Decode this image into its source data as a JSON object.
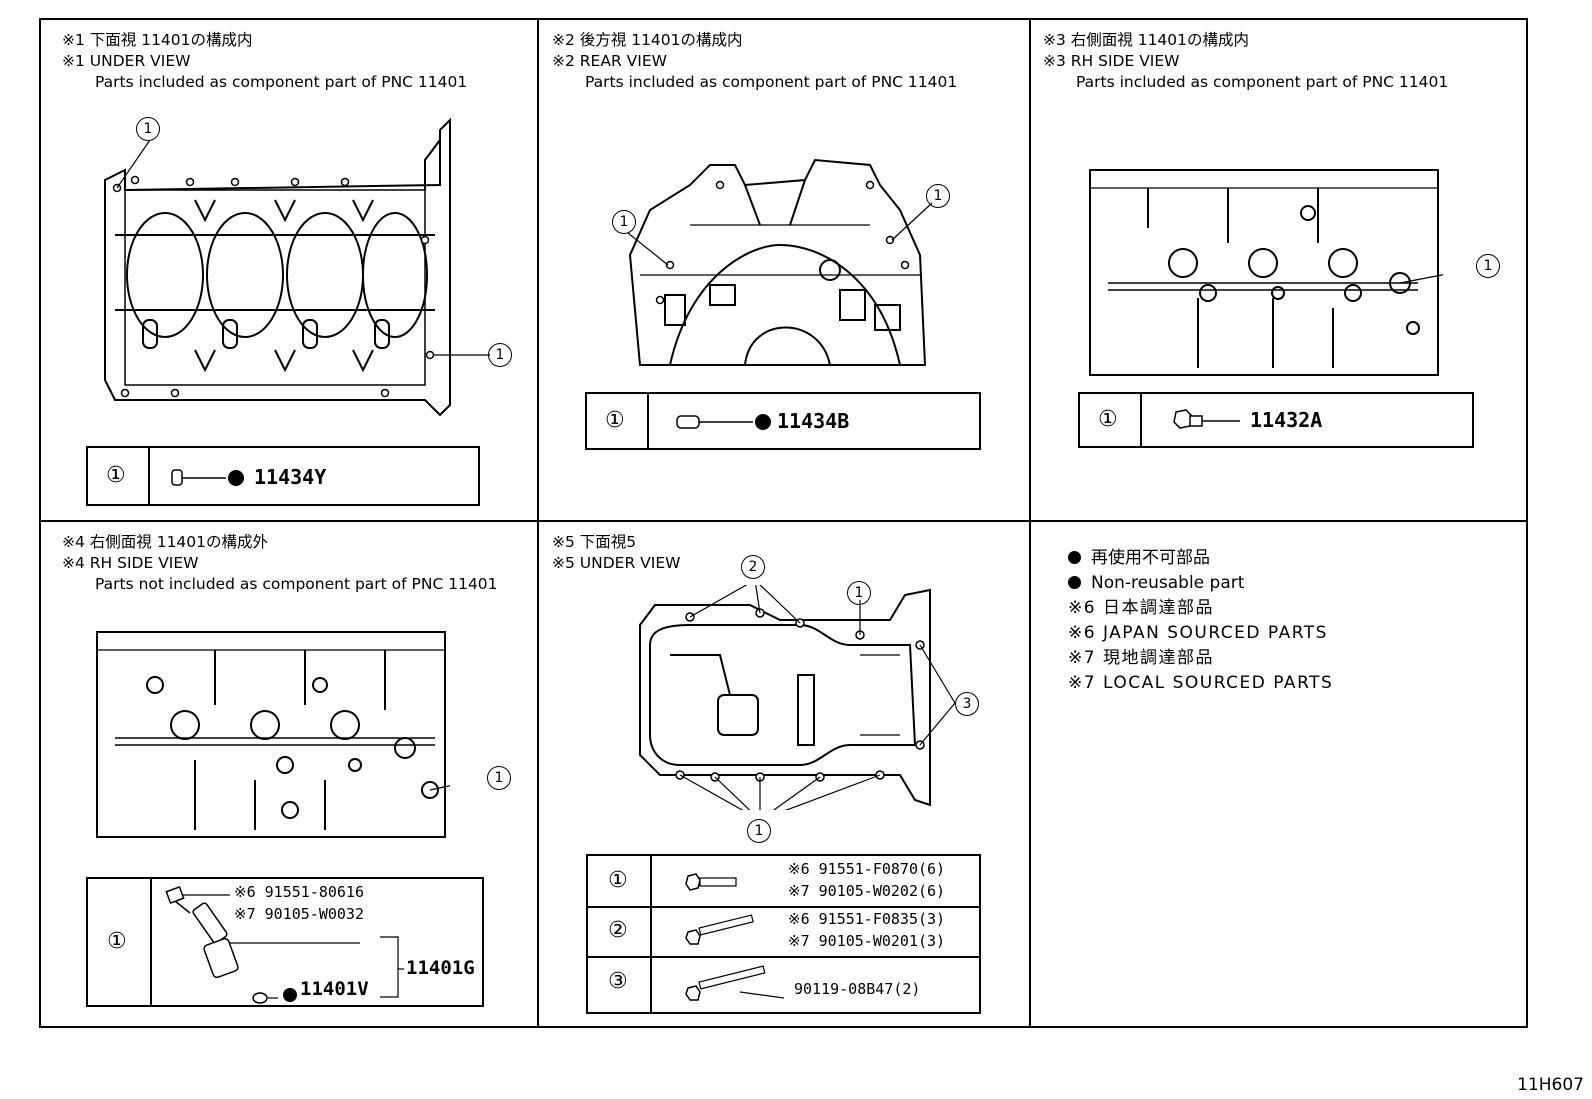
{
  "panels": {
    "p1": {
      "line1": "※1 下面視 11401の構成内",
      "line2": "※1 UNDER VIEW",
      "line3": "Parts included as component part of PNC 11401"
    },
    "p2": {
      "line1": "※2 後方視 11401の構成内",
      "line2": "※2 REAR VIEW",
      "line3": "Parts included as component part of PNC 11401"
    },
    "p3": {
      "line1": "※3 右側面視 11401の構成内",
      "line2": "※3 RH SIDE VIEW",
      "line3": "Parts included as component part of PNC 11401"
    },
    "p4": {
      "line1": "※4 右側面視 11401の構成外",
      "line2": "※4 RH SIDE VIEW",
      "line3": "Parts not included as component part of PNC 11401"
    },
    "p5": {
      "line1": "※5 下面視5",
      "line2": "※5 UNDER VIEW"
    }
  },
  "callouts": {
    "c1": "1",
    "c2": "2",
    "c3": "3"
  },
  "tables": {
    "t1": {
      "row": "①",
      "part": "11434Y"
    },
    "t2": {
      "row": "①",
      "part": "11434B"
    },
    "t3": {
      "row": "①",
      "part": "11432A"
    },
    "t4": {
      "row": "①",
      "a": "※6 91551-80616",
      "b": "※7 90105-W0032",
      "sub": "11401V",
      "assy": "11401G"
    },
    "t5": [
      {
        "row": "①",
        "a": "※6 91551-F0870(6)",
        "b": "※7 90105-W0202(6)"
      },
      {
        "row": "②",
        "a": "※6 91551-F0835(3)",
        "b": "※7 90105-W0201(3)"
      },
      {
        "row": "③",
        "a": "90119-08B47(2)"
      }
    ]
  },
  "legend": {
    "l1": "再使用不可部品",
    "l2": "Non-reusable part",
    "l3": "※6 日本調達部品",
    "l4": "※6 JAPAN SOURCED PARTS",
    "l5": "※7 現地調達部品",
    "l6": "※7 LOCAL SOURCED PARTS"
  },
  "figure_code": "11H607"
}
